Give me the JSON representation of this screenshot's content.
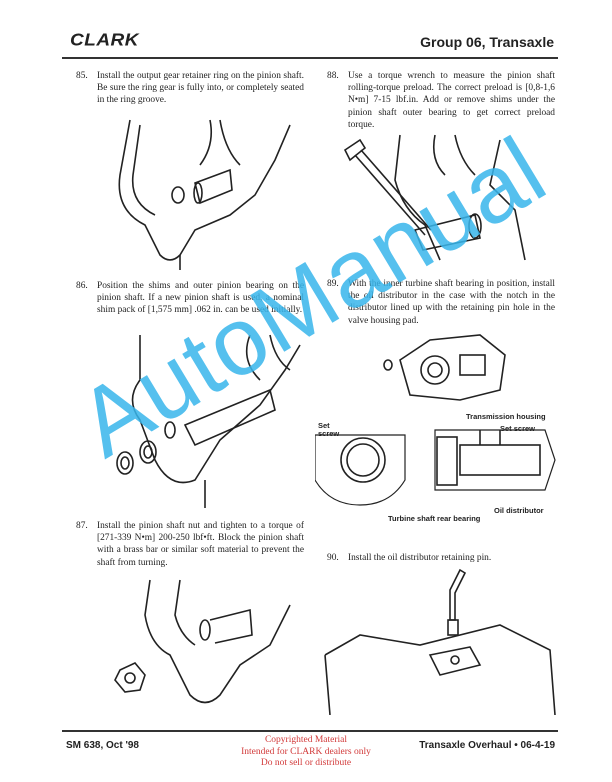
{
  "header": {
    "logo": "CLARK",
    "title": "Group 06, Transaxle"
  },
  "steps": [
    {
      "num": "85.",
      "text": "Install the output gear retainer ring on the pinion shaft. Be sure the ring gear is fully into, or completely seated in the ring groove."
    },
    {
      "num": "86.",
      "text": "Position the shims and outer pinion bearing on the pinion shaft. If a new pinion shaft is used, a nominal shim pack of [1,575 mm] .062 in. can be used initially."
    },
    {
      "num": "87.",
      "text": "Install the pinion shaft nut and tighten to a torque of [271-339 N•m] 200-250 lbf•ft. Block the pinion shaft with a brass bar or similar soft material to prevent the shaft from turning."
    },
    {
      "num": "88.",
      "text": "Use a torque wrench to measure the pinion shaft rolling-torque preload. The correct preload is [0,8-1,6 N•m] 7-15 lbf.in. Add or remove shims under the pinion shaft outer bearing to get correct preload torque."
    },
    {
      "num": "89.",
      "text": "With the inner turbine shaft bearing in position, install the oil distributor in the case with the notch in the distributor lined up with the retaining pin hole in the valve housing pad."
    },
    {
      "num": "90.",
      "text": "Install the oil distributor retaining pin."
    }
  ],
  "figure_labels": {
    "set_screw_left": "Set screw",
    "transmission_housing": "Transmission housing",
    "set_screw_right": "Set screw",
    "oil_distributor": "Oil distributor",
    "turbine_bearing": "Turbine shaft rear bearing"
  },
  "footer": {
    "left": "SM 638, Oct '98",
    "right": "Transaxle Overhaul  •  06-4-19",
    "copyright": [
      "Copyrighted Material",
      "Intended for CLARK dealers only",
      "Do not sell or distribute"
    ]
  },
  "watermark": "AutoManual",
  "colors": {
    "watermark": "#38b6ec",
    "copyright": "#d23a3a"
  }
}
